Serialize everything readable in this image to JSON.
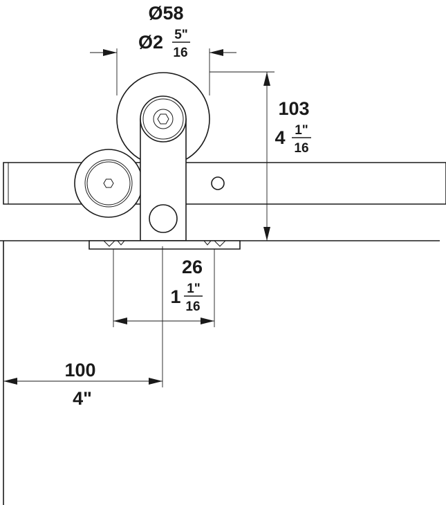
{
  "dimensions": {
    "wheel_diameter": {
      "metric": "Ø58",
      "imperial_prefix": "Ø2",
      "imperial_num": "5\"",
      "imperial_den": "16"
    },
    "height": {
      "metric": "103",
      "imperial_whole": "4",
      "imperial_num": "1\"",
      "imperial_den": "16"
    },
    "plate_width": {
      "metric": "26",
      "imperial_whole": "1",
      "imperial_num": "1\"",
      "imperial_den": "16"
    },
    "offset": {
      "metric": "100",
      "imperial": "4\""
    }
  },
  "colors": {
    "line": "#1a1a1a",
    "background": "#ffffff"
  }
}
